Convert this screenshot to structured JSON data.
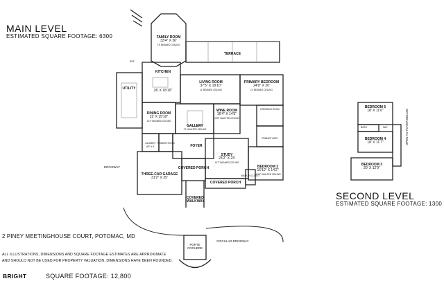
{
  "main_level": {
    "title": "MAIN LEVEL",
    "sqft": "ESTIMATED SQUARE FOOTAGE: 6300"
  },
  "second_level": {
    "title": "SECOND LEVEL",
    "sqft": "ESTIMATED SQUARE FOOTAGE: 1300"
  },
  "rooms": {
    "family": {
      "name": "FAMILY ROOM",
      "dims": "33'4\" X 26'",
      "ceiling": "19' BEAMED CEILING"
    },
    "terrace": {
      "name": "TERRACE"
    },
    "kitchen": {
      "name": "KITCHEN",
      "dims": "26' X 18'10\""
    },
    "utility": {
      "name": "UTILITY"
    },
    "living": {
      "name": "LIVING ROOM",
      "dims": "37'5\" X 18'10\"",
      "ceiling": "11' BEAMED CEILING"
    },
    "primary_bed": {
      "name": "PRIMARY BEDROOM",
      "dims": "24'9\" X 20'",
      "ceiling": "11' BEAMED CEILING"
    },
    "dining": {
      "name": "DINING ROOM",
      "dims": "22' X 15'10\"",
      "ceiling": "10'2\" BEAMED CEILING"
    },
    "gallery": {
      "name": "GALLERY",
      "ceiling": "17' VAULTED CEILING"
    },
    "wine": {
      "name": "WINE ROOM",
      "dims": "16'4\" X 14'5\"",
      "ceiling": "10'8\" VAULTED CEILING"
    },
    "dressing": {
      "name": "DRESSING ROOM"
    },
    "primary_bath": {
      "name": "PRIMARY BATH"
    },
    "laundry": {
      "name": "LAUNDRY",
      "dims": "8'9\" X 6'"
    },
    "powder": {
      "name": "POWDER ROOM"
    },
    "foyer": {
      "name": "FOYER"
    },
    "study": {
      "name": "STUDY",
      "dims": "23'2\" X 23'",
      "ceiling": "10'7\" BEAMED CEILING"
    },
    "bedroom2": {
      "name": "BEDROOM 2",
      "dims": "16'10\" X 14'2\"",
      "ceiling": "10'10\" VAULTED CEILING"
    },
    "garage": {
      "name": "THREE-CAR GARAGE",
      "dims": "31'2\" X 25'"
    },
    "covered_porch_w": {
      "name": "COVERED PORCH"
    },
    "covered_porch_e": {
      "name": "COVERED PORCH"
    },
    "walkin": {
      "name": "WALK-IN CLOSET"
    },
    "covered_walkway": {
      "name": "COVERED WALKWAY"
    },
    "bedroom5": {
      "name": "BEDROOM 5",
      "dims": "18' X 11'6\""
    },
    "bedroom4": {
      "name": "BEDROOM 4",
      "dims": "18' X 11'7\""
    },
    "bedroom3": {
      "name": "BEDROOM 3",
      "dims": "20' X 12'9\""
    }
  },
  "misc_labels": {
    "driveway": "DRIVEWAY",
    "circular_driveway": "CIRCULAR DRIVEWAY",
    "porte_cochere": "PORTE COCHERE",
    "open_to_foyer": "OPEN TO FOYER BELOW",
    "bath": "BATH",
    "wic": "WIC",
    "ref": "REF"
  },
  "address": "2 PINEY MEETINGHOUSE COURT, POTOMAC, MD",
  "disclaimer_line1": "ALL ILLUSTRATIONS, DIMENSIONS AND SQUARE FOOTAGE ESTIMATES ARE APPROXIMATE",
  "disclaimer_line2": "AND SHOULD NOT BE USED FOR PROPERTY VALUATION. DIMENSIONS HAVE BEEN ROUNDED.",
  "total_sqft": "SQUARE FOOTAGE: 12,800",
  "watermark": "BRIGHT"
}
